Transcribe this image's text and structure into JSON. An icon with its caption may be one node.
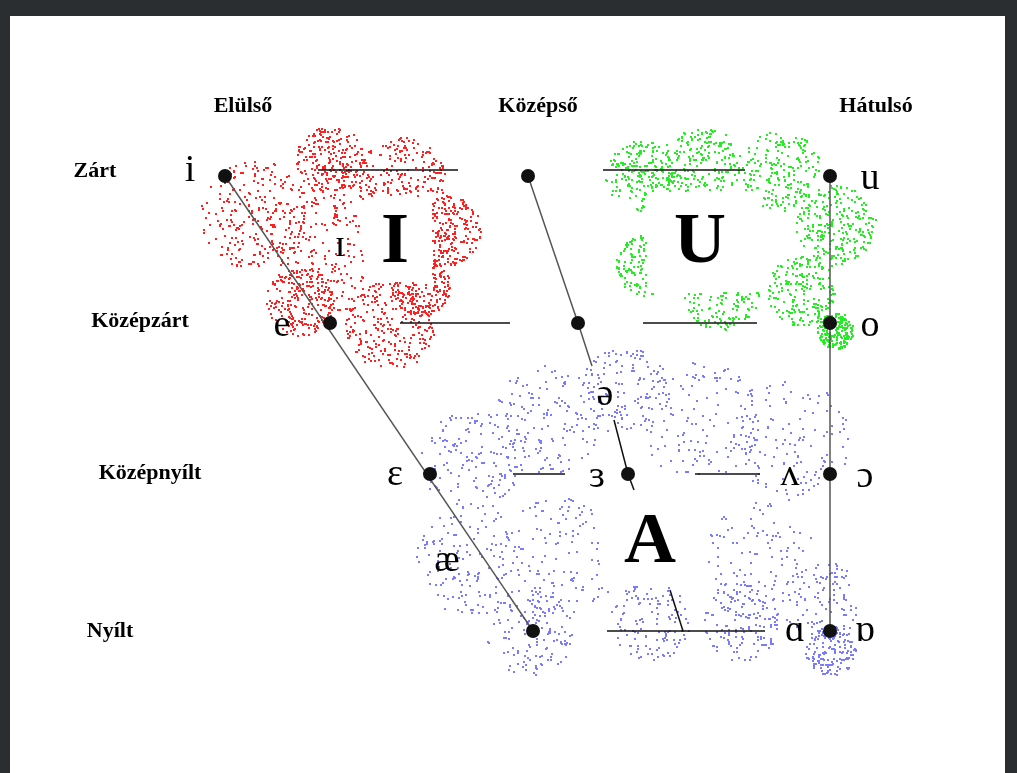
{
  "diagram": {
    "labels": [
      "Elülső",
      "Középső",
      "Hátulsó",
      "Zárt",
      "i",
      "u",
      "ɪ",
      "I",
      "U",
      "Középzárt",
      "e",
      "o",
      "ə",
      "Középnyílt",
      "ɛ",
      "ɜ",
      "ʌ",
      "ɔ",
      "æ",
      "A",
      "Nyílt",
      "ɑ",
      "ɒ"
    ]
  }
}
